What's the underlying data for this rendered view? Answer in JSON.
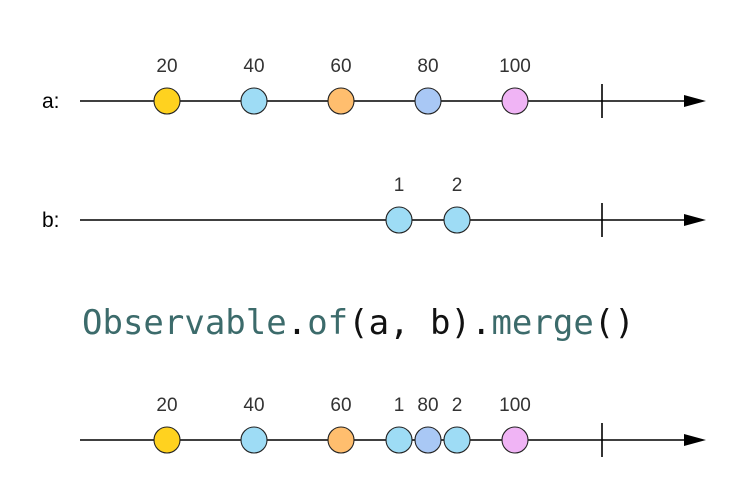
{
  "colors": {
    "axis": "#000000",
    "marble_stroke": "#222222",
    "code_type": "#3c6b6b",
    "code_plain": "#111111"
  },
  "timelines": [
    {
      "id": "a",
      "label": "a:",
      "marbles": [
        {
          "value": "20",
          "color": "#ffd21f"
        },
        {
          "value": "40",
          "color": "#9edcf5"
        },
        {
          "value": "60",
          "color": "#ffbe6e"
        },
        {
          "value": "80",
          "color": "#a9c8f5"
        },
        {
          "value": "100",
          "color": "#f0b4f5"
        }
      ]
    },
    {
      "id": "b",
      "label": "b:",
      "marbles": [
        {
          "value": "1",
          "color": "#9edcf5"
        },
        {
          "value": "2",
          "color": "#9edcf5"
        }
      ]
    },
    {
      "id": "result",
      "label": "",
      "marbles": [
        {
          "value": "20",
          "color": "#ffd21f"
        },
        {
          "value": "40",
          "color": "#9edcf5"
        },
        {
          "value": "60",
          "color": "#ffbe6e"
        },
        {
          "value": "1",
          "color": "#9edcf5"
        },
        {
          "value": "80",
          "color": "#a9c8f5"
        },
        {
          "value": "2",
          "color": "#9edcf5"
        },
        {
          "value": "100",
          "color": "#f0b4f5"
        }
      ]
    }
  ],
  "operator": {
    "type_name": "Observable",
    "dot1": ".",
    "method1": "of",
    "args": "(a, b)",
    "dot2": ".",
    "method2": "merge",
    "call": "()"
  }
}
